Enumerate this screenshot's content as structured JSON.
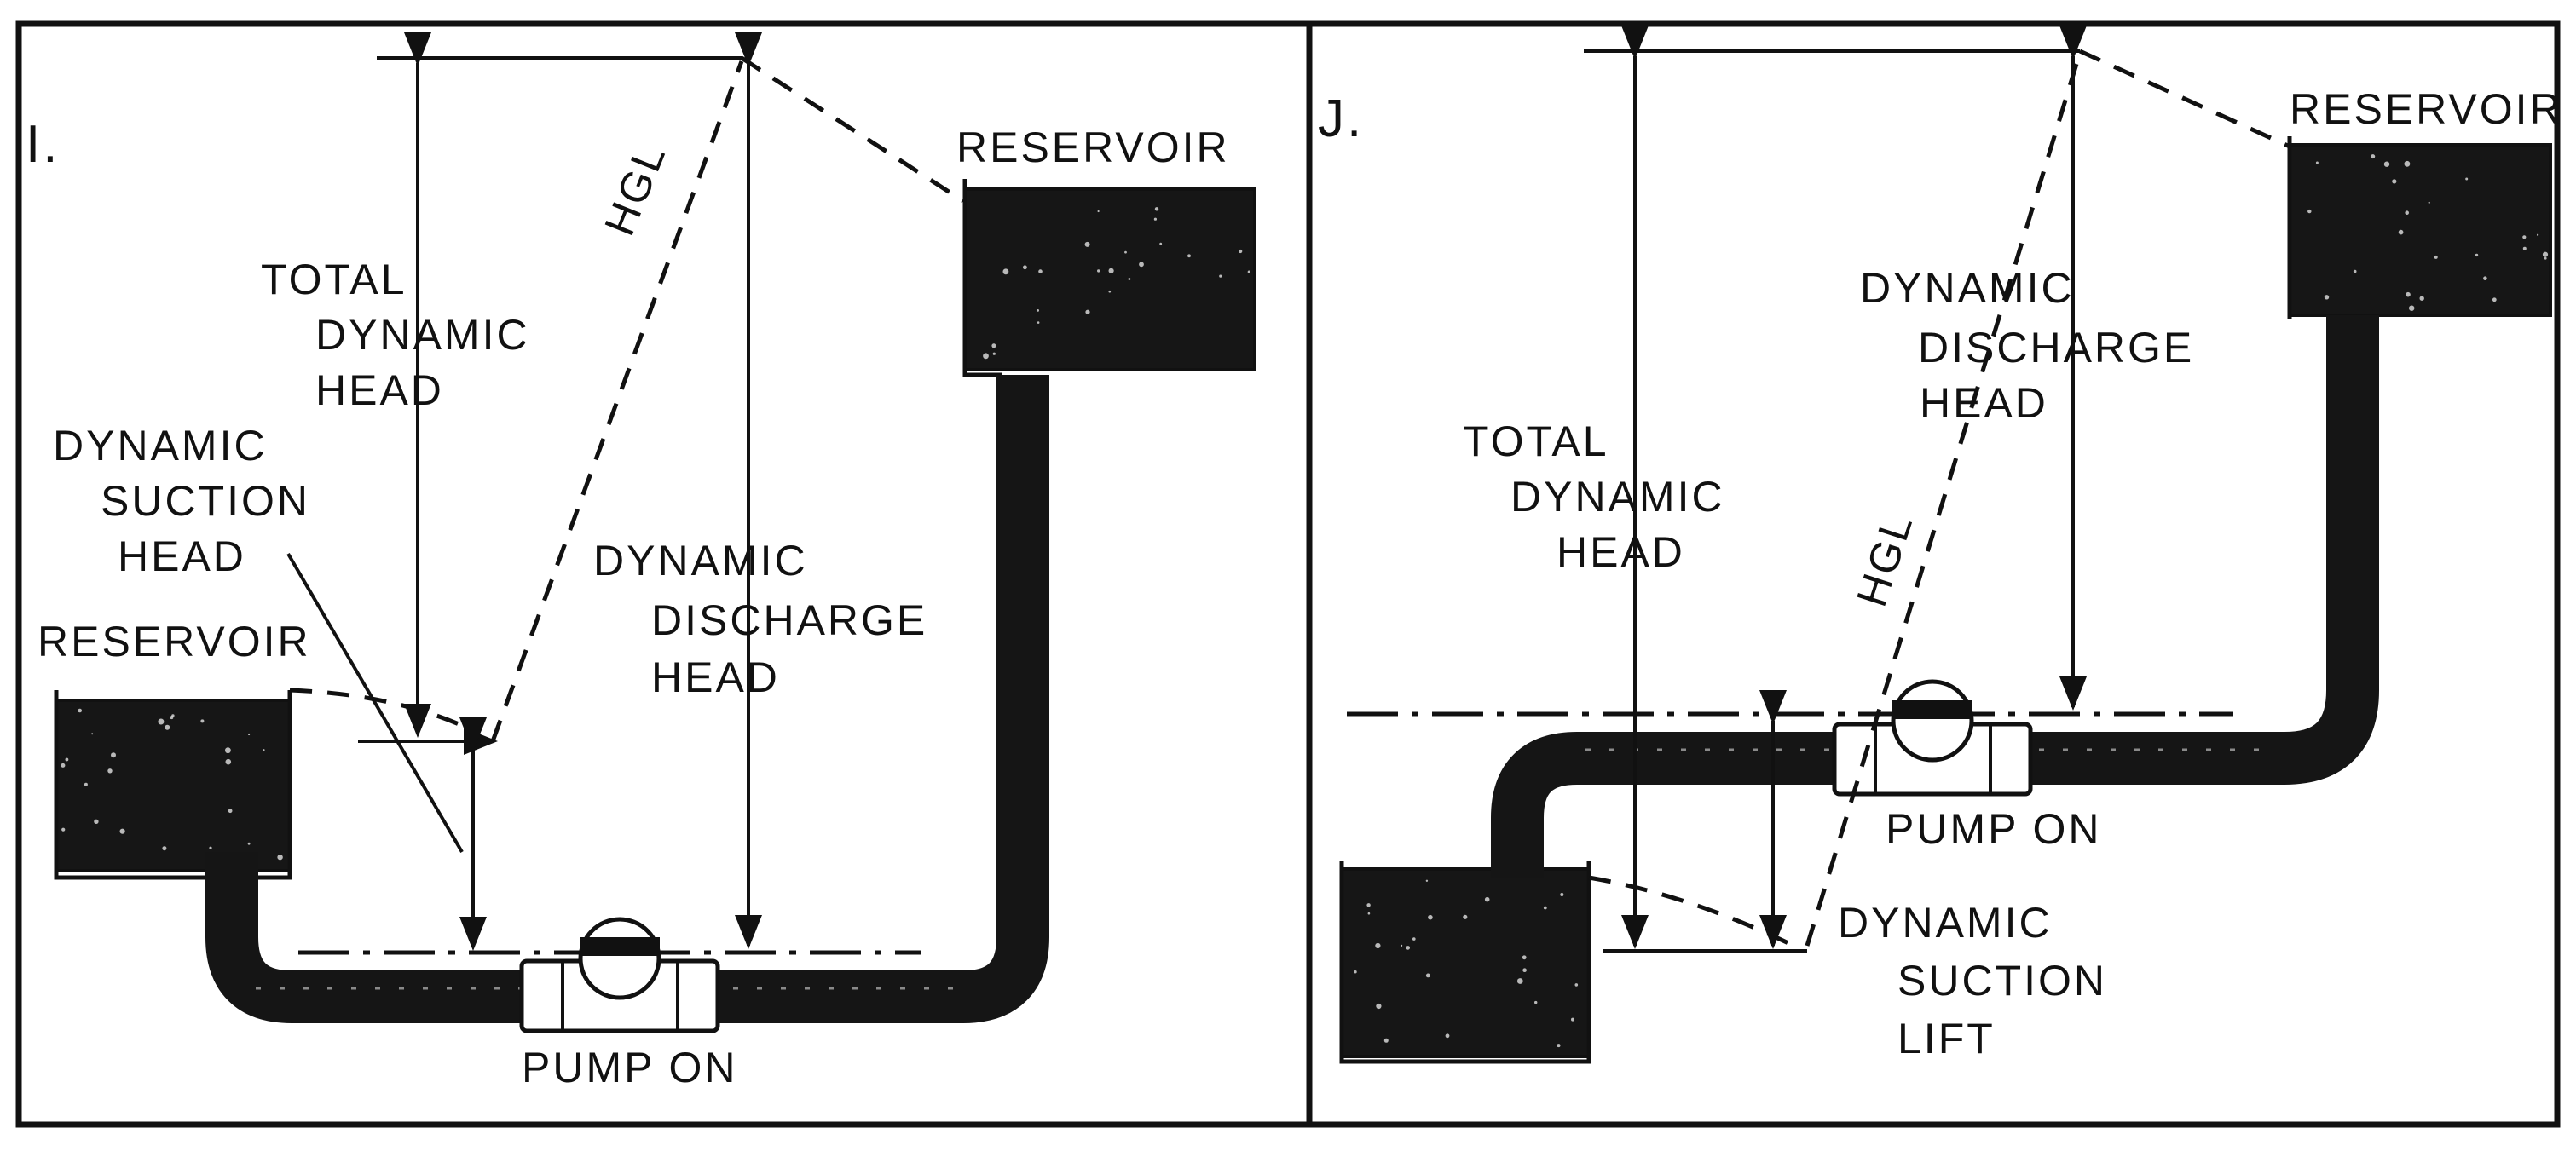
{
  "panels": {
    "left": {
      "id_label": "I.",
      "upper_reservoir": "RESERVOIR",
      "lower_reservoir": "RESERVOIR",
      "hgl": "HGL",
      "total_dynamic_head": [
        "TOTAL",
        "DYNAMIC",
        "HEAD"
      ],
      "dynamic_suction_head": [
        "DYNAMIC",
        "SUCTION",
        "HEAD"
      ],
      "dynamic_discharge_head": [
        "DYNAMIC",
        "DISCHARGE",
        "HEAD"
      ],
      "pump": "PUMP ON"
    },
    "right": {
      "id_label": "J.",
      "upper_reservoir": "RESERVOIR",
      "hgl": "HGL",
      "total_dynamic_head": [
        "TOTAL",
        "DYNAMIC",
        "HEAD"
      ],
      "dynamic_discharge_head": [
        "DYNAMIC",
        "DISCHARGE",
        "HEAD"
      ],
      "pump": "PUMP ON",
      "dynamic_suction_lift": [
        "DYNAMIC",
        "SUCTION",
        "LIFT"
      ]
    }
  },
  "colors": {
    "ink": "#111111",
    "water": "#161616",
    "background": "#ffffff"
  }
}
